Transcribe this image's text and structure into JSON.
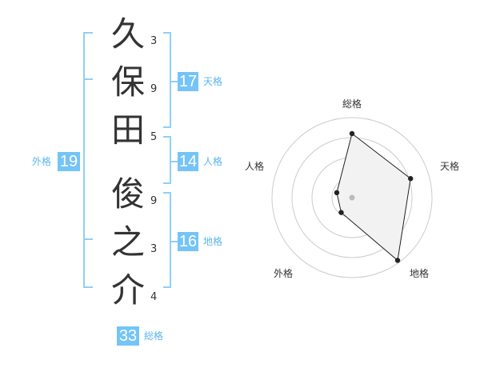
{
  "characters": [
    {
      "char": "久",
      "strokes": "3"
    },
    {
      "char": "保",
      "strokes": "9"
    },
    {
      "char": "田",
      "strokes": "5"
    },
    {
      "char": "俊",
      "strokes": "9"
    },
    {
      "char": "之",
      "strokes": "3"
    },
    {
      "char": "介",
      "strokes": "4"
    }
  ],
  "fortunes": {
    "tenkaku": {
      "label": "天格",
      "value": "17"
    },
    "jinkaku": {
      "label": "人格",
      "value": "14"
    },
    "chikaku": {
      "label": "地格",
      "value": "16"
    },
    "gaikaku": {
      "label": "外格",
      "value": "19"
    },
    "soukaku": {
      "label": "総格",
      "value": "33"
    }
  },
  "colors": {
    "accent": "#74c4f8",
    "bracket": "#8fd0f8",
    "label": "#5bb5ef",
    "text": "#333333",
    "radar_ring": "#cccccc",
    "radar_fill": "#f2f2f2",
    "radar_line": "#222222"
  },
  "chart_data": {
    "type": "radar",
    "axes": [
      "総格",
      "天格",
      "地格",
      "外格",
      "人格"
    ],
    "values": [
      0.8,
      0.77,
      0.97,
      0.23,
      0.2
    ],
    "rings": 4,
    "grid": true
  }
}
